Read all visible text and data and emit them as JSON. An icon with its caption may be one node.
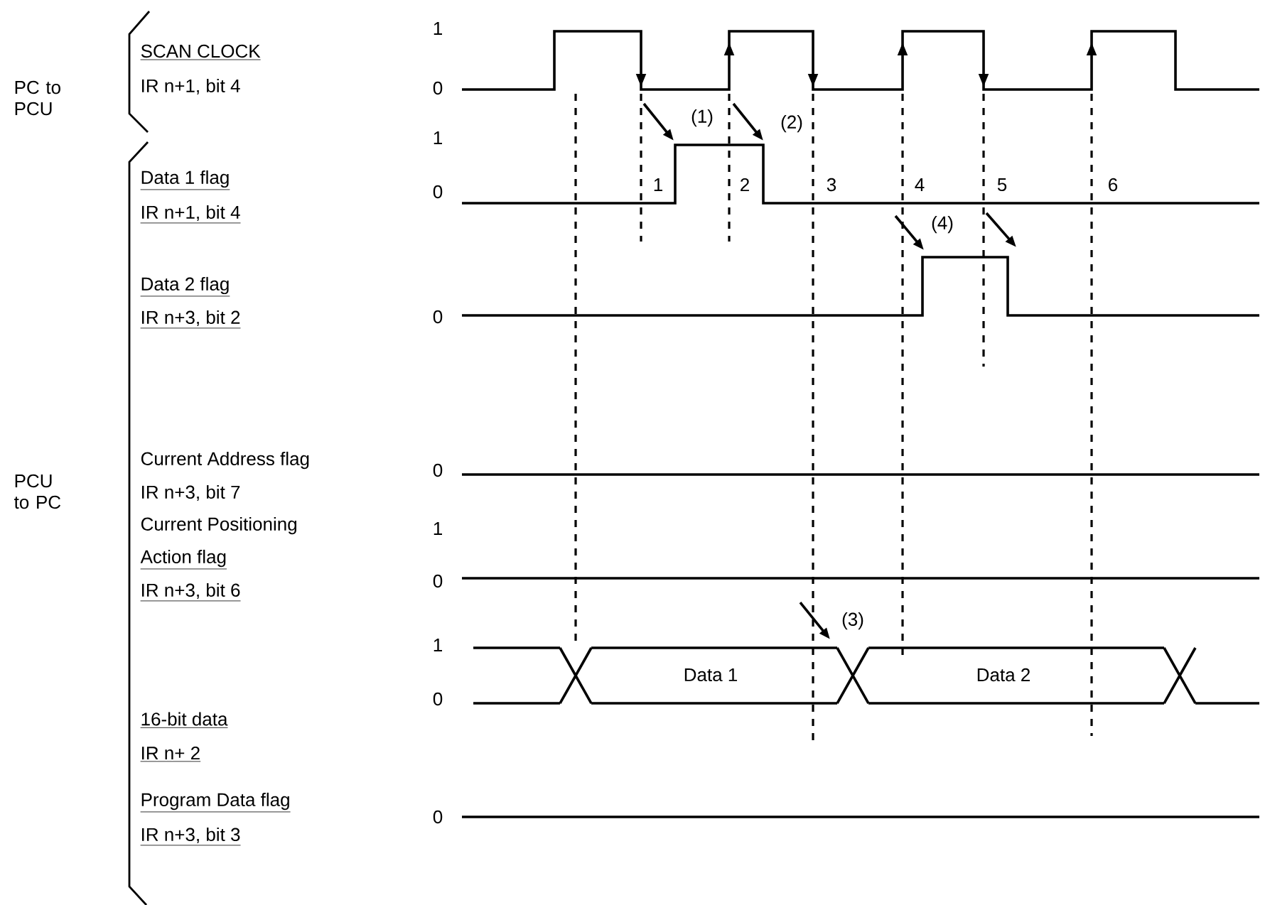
{
  "diagram": {
    "labels": [
      "1",
      "SCAN CLOCK",
      "PC to PCU",
      "IR n+1, bit 4",
      "0",
      "(1)",
      "(2)",
      "1",
      "Data 1 flag",
      "1",
      "2",
      "3",
      "4",
      "5",
      "6",
      "0",
      "IR n+1, bit 4",
      "(4)",
      "Data 2 flag",
      "IR n+3, bit 2",
      "0",
      "Current Address flag",
      "0",
      "PCU to PC",
      "IR n+3, bit 7",
      "Current Positioning",
      "1",
      "Action flag",
      "0",
      "IR n+3, bit 6",
      "(3)",
      "1",
      "Data 1",
      "Data 2",
      "0",
      "16-bit data",
      "IR n+ 2",
      "Program Data flag",
      "0",
      "IR n+3, bit 3"
    ]
  }
}
